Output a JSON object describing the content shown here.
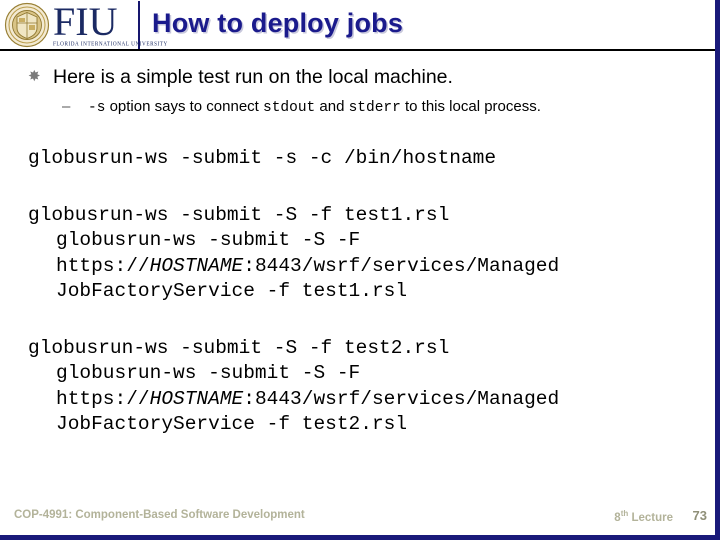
{
  "header": {
    "logo": {
      "seal_alt": "fiu-seal",
      "letters": "FIU",
      "tagline": "FLORIDA INTERNATIONAL UNIVERSITY"
    },
    "title": "How to deploy jobs"
  },
  "content": {
    "bullet1": {
      "marker": "✸",
      "text": "Here is a simple test run on the local machine."
    },
    "bullet2": {
      "marker": "–",
      "part1": "-s",
      "part2": " option says to connect ",
      "part3": "stdout",
      "part4": "  and ",
      "part5": "stderr",
      "part6": " to this local process."
    },
    "code_blocks": [
      {
        "id": "code-block-1",
        "lines": [
          {
            "indent": false,
            "text": "globusrun-ws -submit -s -c /bin/hostname"
          }
        ]
      },
      {
        "id": "code-block-2",
        "lines": [
          {
            "indent": false,
            "text": "globusrun-ws -submit -S -f test1.rsl"
          },
          {
            "indent": true,
            "text": "globusrun-ws -submit -S -F"
          },
          {
            "indent": true,
            "pre": "https://",
            "em": "HOSTNAME",
            "post": ":8443/wsrf/services/Managed"
          },
          {
            "indent": true,
            "text": "JobFactoryService -f test1.rsl"
          }
        ]
      },
      {
        "id": "code-block-3",
        "lines": [
          {
            "indent": false,
            "text": "globusrun-ws -submit -S -f test2.rsl"
          },
          {
            "indent": true,
            "text": "globusrun-ws -submit -S -F"
          },
          {
            "indent": true,
            "pre": "https://",
            "em": "HOSTNAME",
            "post": ":8443/wsrf/services/Managed"
          },
          {
            "indent": true,
            "text": "JobFactoryService -f test2.rsl"
          }
        ]
      }
    ]
  },
  "footer": {
    "course": "COP-4991: Component-Based Software Development",
    "lecture_number": "8",
    "lecture_suffix": "th",
    "lecture_label": " Lecture",
    "page_number": "73"
  },
  "colors": {
    "title_blue": "#1a1a8c",
    "border_navy": "#1a1a7a",
    "logo_navy": "#1b2a63",
    "seal_gold": "#b99c4b",
    "footer_gray": "#b3b39a"
  }
}
